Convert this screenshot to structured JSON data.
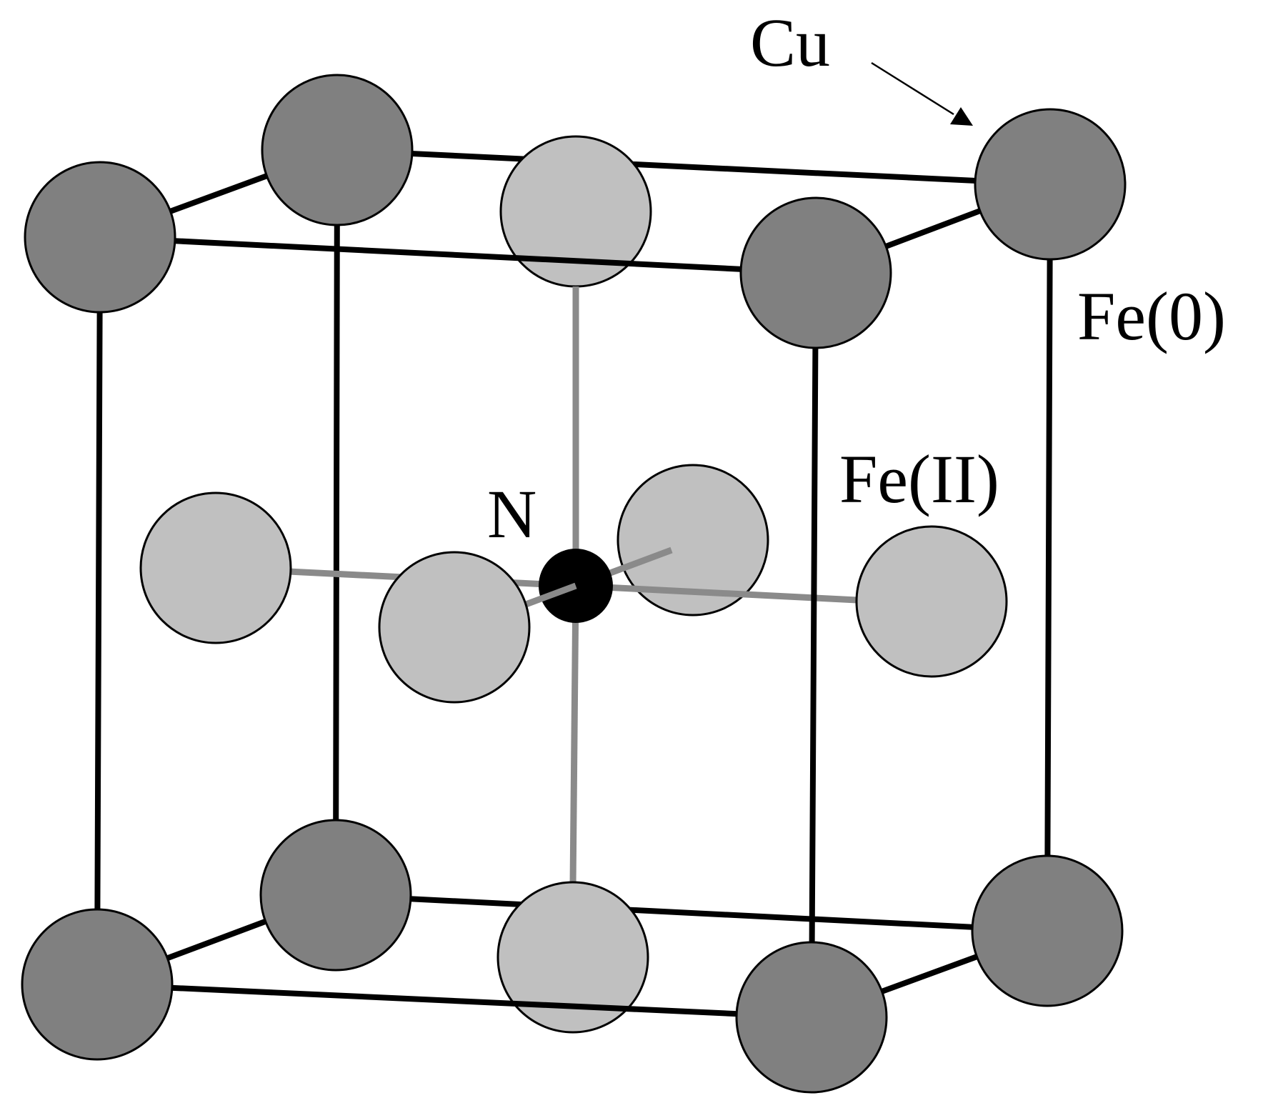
{
  "labels": {
    "cu": "Cu",
    "fe0": "Fe(0)",
    "fe2": "Fe(II)",
    "n": "N"
  },
  "colors": {
    "cu_atom": "#808080",
    "fe2_atom": "#c0c0c0",
    "n_atom": "#000000",
    "cube_edge": "#000000",
    "bond": "#8a8a8a",
    "outline": "#000000"
  },
  "atoms": [
    {
      "species": "Cu",
      "name": "cu-atom-back-top-left"
    },
    {
      "species": "Cu",
      "name": "cu-atom-back-top-right"
    },
    {
      "species": "Cu",
      "name": "cu-atom-front-top-left"
    },
    {
      "species": "Cu",
      "name": "cu-atom-front-top-right"
    },
    {
      "species": "Cu",
      "name": "cu-atom-back-bottom-left"
    },
    {
      "species": "Cu",
      "name": "cu-atom-back-bottom-right"
    },
    {
      "species": "Cu",
      "name": "cu-atom-front-bottom-left"
    },
    {
      "species": "Cu",
      "name": "cu-atom-front-bottom-right"
    },
    {
      "species": "Fe",
      "name": "fe-atom-top"
    },
    {
      "species": "Fe",
      "name": "fe-atom-bottom"
    },
    {
      "species": "Fe",
      "name": "fe-atom-left"
    },
    {
      "species": "Fe",
      "name": "fe-atom-right"
    },
    {
      "species": "Fe",
      "name": "fe-atom-back"
    },
    {
      "species": "Fe",
      "name": "fe-atom-front"
    },
    {
      "species": "N",
      "name": "n-atom-center"
    }
  ]
}
